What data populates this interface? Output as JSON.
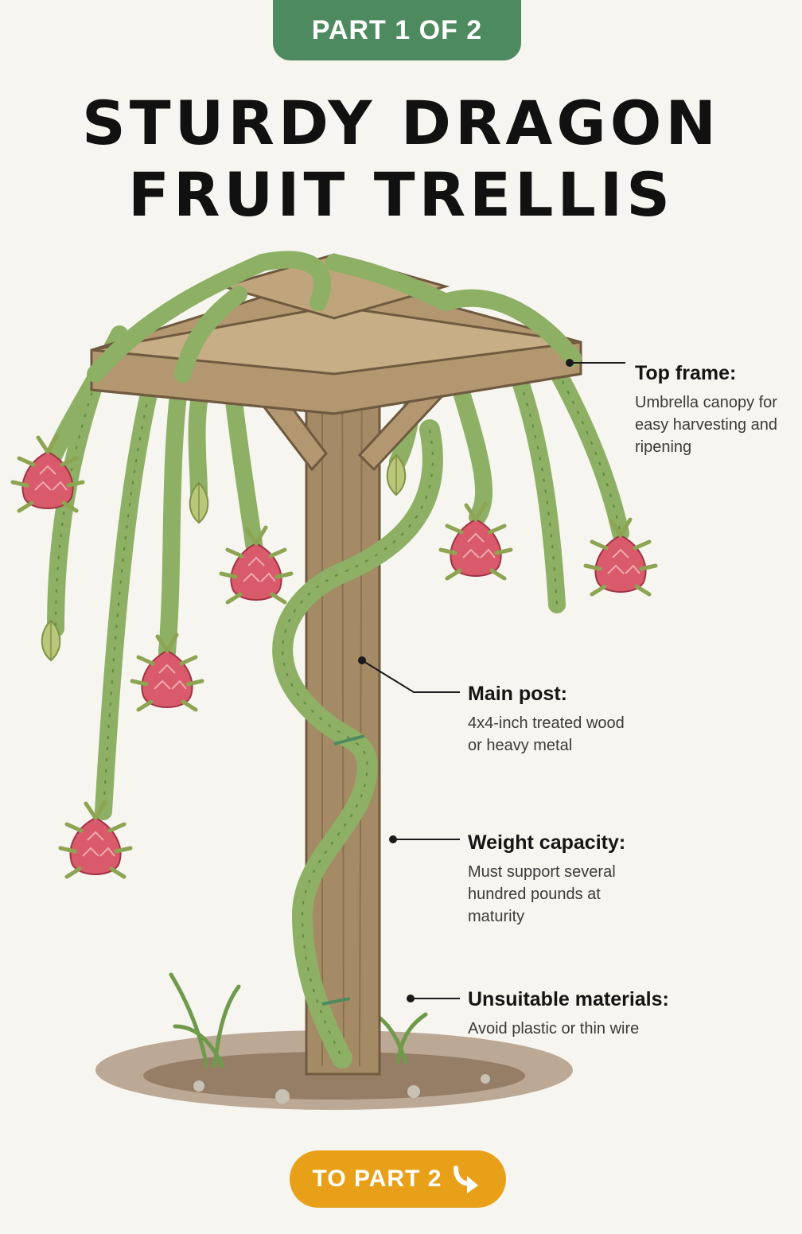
{
  "badge": {
    "label": "PART 1 OF 2"
  },
  "title": {
    "line1": "STURDY DRAGON",
    "line2": "FRUIT TRELLIS"
  },
  "callouts": [
    {
      "title": "Top frame:",
      "text": "Umbrella canopy for easy harvesting and ripening"
    },
    {
      "title": "Main post:",
      "text": "4x4-inch treated wood or heavy metal"
    },
    {
      "title": "Weight capacity:",
      "text": "Must support several hundred pounds at maturity"
    },
    {
      "title": "Unsuitable materials:",
      "text": "Avoid plastic or thin wire"
    }
  ],
  "next": {
    "label": "TO PART 2",
    "icon": "arrow-down-right-icon"
  },
  "colors": {
    "badge": "#4e8a5f",
    "button": "#e8a019",
    "stem": "#8db065",
    "fruit": "#d85a6b",
    "wood": "#a58a66"
  }
}
